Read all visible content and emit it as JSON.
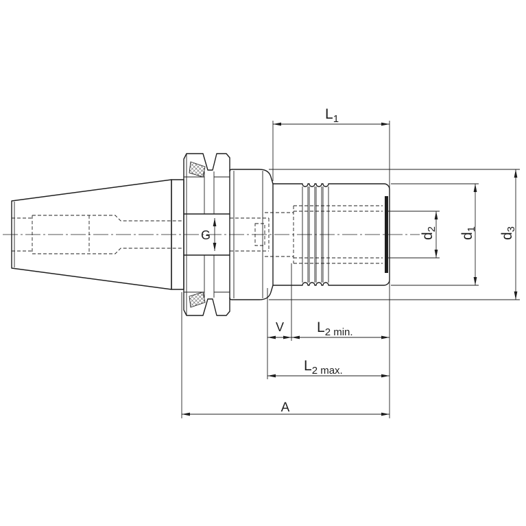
{
  "drawing": {
    "labels": {
      "L1": {
        "base": "L",
        "sub": "1"
      },
      "d2": {
        "base": "d",
        "sub": "2"
      },
      "d1": {
        "base": "d",
        "sub": "1"
      },
      "d3": {
        "base": "d",
        "sub": "3"
      },
      "G": "G",
      "V": "V",
      "L2_min": {
        "base": "L",
        "sub": "2 min."
      },
      "L2_max": {
        "base": "L",
        "sub": "2 max."
      },
      "A": "A"
    },
    "colors": {
      "line": "#1e1e1e",
      "background": "#ffffff"
    }
  }
}
